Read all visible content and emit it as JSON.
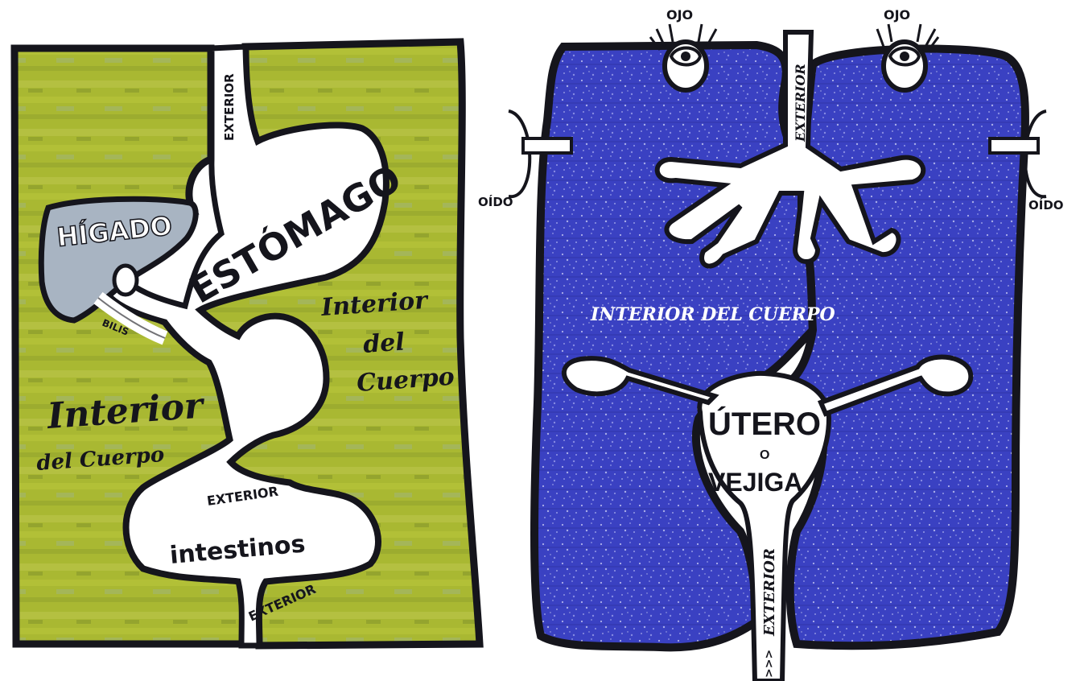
{
  "left_panel": {
    "exterior_top": "EXTERIOR",
    "estomago": "ESTÓMAGO",
    "higado": "HÍGADO",
    "bilis": "BILIS",
    "interior_right_1": "Interior",
    "interior_right_2": "del",
    "interior_right_3": "Cuerpo",
    "interior_left_1": "Interior",
    "interior_left_2": "del Cuerpo",
    "exterior_mid": "EXTERIOR",
    "intestinos": "intestinos",
    "exterior_bottom": "EXTERIOR",
    "colors": {
      "body": "#a9b832",
      "body_dark": "#7f8f2a",
      "liver": "#a8b4c2",
      "outline": "#15151c"
    }
  },
  "right_panel": {
    "ojo_left": "OJO",
    "ojo_right": "OJO",
    "oido_left": "OÍDO",
    "oido_right": "OÍDO",
    "exterior_top": "EXTERIOR",
    "interior": "INTERIOR DEL CUERPO",
    "utero": "ÚTERO",
    "o": "O",
    "vejiga": "VEJIGA",
    "exterior_bottom": "EXTERIOR",
    "arrows": ">>>",
    "colors": {
      "body": "#3a41c2",
      "speckle": "#8d93e6",
      "outline": "#15151c"
    }
  }
}
